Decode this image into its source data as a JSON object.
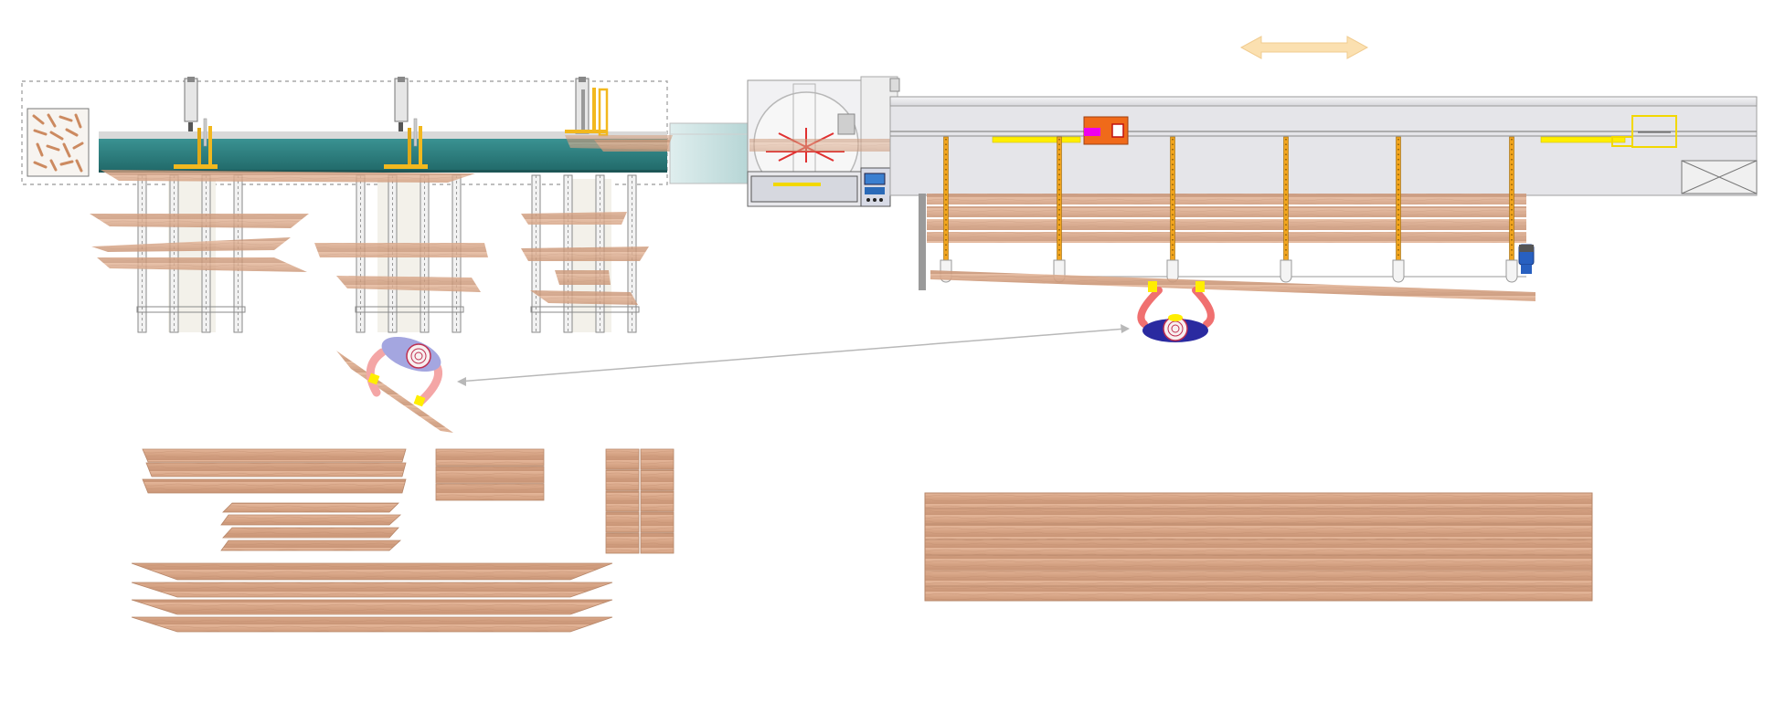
{
  "colors": {
    "background": "#ffffff",
    "wood": "#d9a88a",
    "wood_dark": "#b9876a",
    "wood_grain": "#c99878",
    "teal_belt": "#2f8080",
    "accent_yellow": "#f2b81e",
    "bright_yellow": "#ffee00",
    "chain_orange": "#e8a020",
    "saw_red": "#e03030",
    "carriage_orange": "#f06a1a",
    "magenta": "#ee00ee",
    "worker_blue": "#2a2aa0",
    "worker_pink": "#f07070",
    "motor_blue": "#2860c0",
    "arrow_pale": "#fbe0b0",
    "frame_gray": "#c8c8c8"
  },
  "icons": {
    "move_direction": "double-arrow-icon",
    "waste_bin": "wood-chips-bin-icon",
    "saw": "circular-saw-icon",
    "control_panel": "control-panel-icon",
    "motor": "electric-motor-icon",
    "worker_operator": "worker-top-view-icon",
    "worker_handler": "worker-carrying-board-icon",
    "end_crate": "crate-x-icon"
  },
  "layout_groups": [
    "infeed-conveyor",
    "sorting-stops",
    "chain-conveyors",
    "saw-unit",
    "length-stop-rail",
    "outfeed-lift-arms",
    "worker-transfer",
    "product-stacks",
    "final-stack"
  ]
}
